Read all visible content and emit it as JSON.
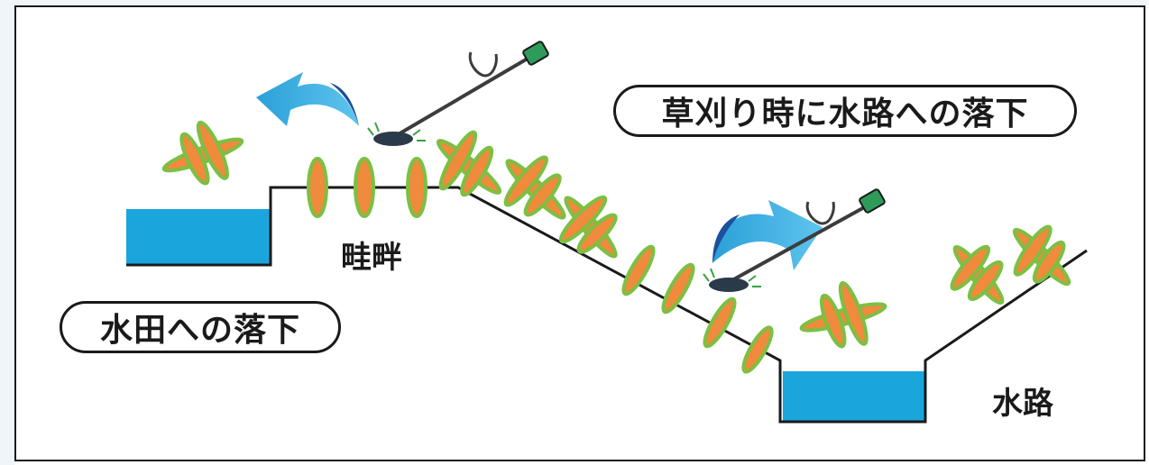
{
  "labels": {
    "paddy_fall": "水田への落下",
    "channel_fall": "草刈り時に水路への落下",
    "levee": "畦畔",
    "channel": "水路"
  },
  "icons": {
    "trimmer": "brush-cutter-icon",
    "arrow": "curved-arrow-icon",
    "grass": "grass-clump-icon"
  },
  "colors": {
    "water": "#1aa6dd",
    "grass_fill": "#f08a3c",
    "grass_outline": "#7bc043",
    "arrow": "#2ba0d8",
    "arrow_dark": "#1c4f9c",
    "line": "#1a1a1a"
  }
}
